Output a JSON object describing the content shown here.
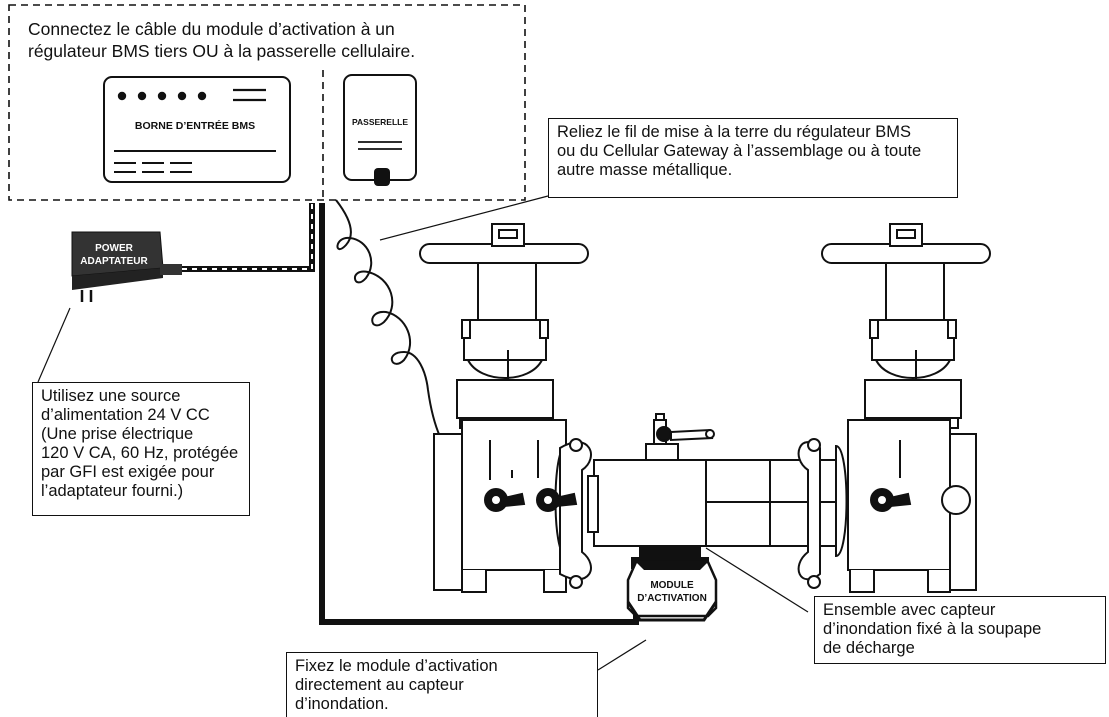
{
  "instructions": {
    "connect_cable": [
      "Connectez le câble du module d’activation à un",
      "régulateur BMS tiers OU à la passerelle cellulaire."
    ],
    "ground_wire": [
      "Reliez le fil de mise à la terre du régulateur BMS",
      "ou du Cellular Gateway à l’assemblage ou à toute",
      "autre masse métallique."
    ],
    "power_source": [
      "Utilisez une source",
      "d’alimentation 24 V CC",
      "(Une prise électrique",
      "120 V CA, 60 Hz, protégée",
      "par GFI est exigée pour",
      "l’adaptateur fourni.)"
    ],
    "flood_sensor_assembly": [
      "Ensemble avec capteur",
      "d’inondation fixé à la soupape",
      "de décharge"
    ],
    "attach_module": [
      "Fixez le module d’activation",
      "directement au capteur",
      "d’inondation."
    ]
  },
  "labels": {
    "bms_terminal": "BORNE D’ENTRÉE BMS",
    "gateway": "PASSERELLE",
    "power_adapter_line1": "POWER",
    "power_adapter_line2": "ADAPTATEUR",
    "module_line1": "MODULE",
    "module_line2": "D’ACTIVATION"
  }
}
